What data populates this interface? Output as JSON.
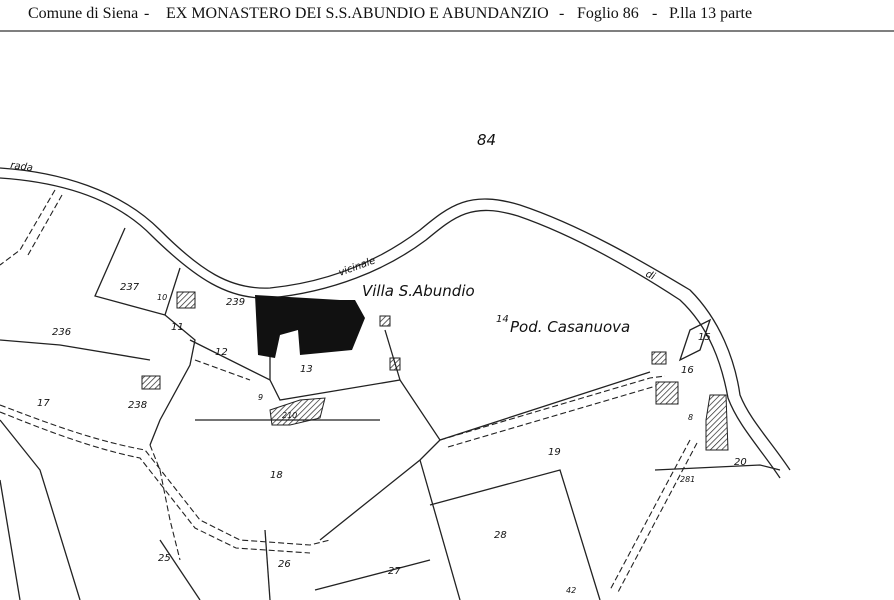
{
  "header": {
    "comune": "Comune di Siena",
    "title": "EX MONASTERO DEI S.S.ABUNDIO E ABUNDANZIO",
    "foglio": "Foglio 86",
    "particella": "P.lla 13 parte",
    "sep": "-"
  },
  "map": {
    "sheet_number": "84",
    "road_words": [
      "rada",
      "vicinale",
      "di"
    ],
    "places": [
      "Villa S.Abundio",
      "Pod. Casanuova"
    ],
    "parcels": [
      "237",
      "10",
      "239",
      "11",
      "236",
      "12",
      "13",
      "238",
      "17",
      "210",
      "18",
      "19",
      "14",
      "15",
      "16",
      "20",
      "281",
      "28",
      "25",
      "26",
      "27",
      "42",
      "9",
      "8"
    ]
  }
}
